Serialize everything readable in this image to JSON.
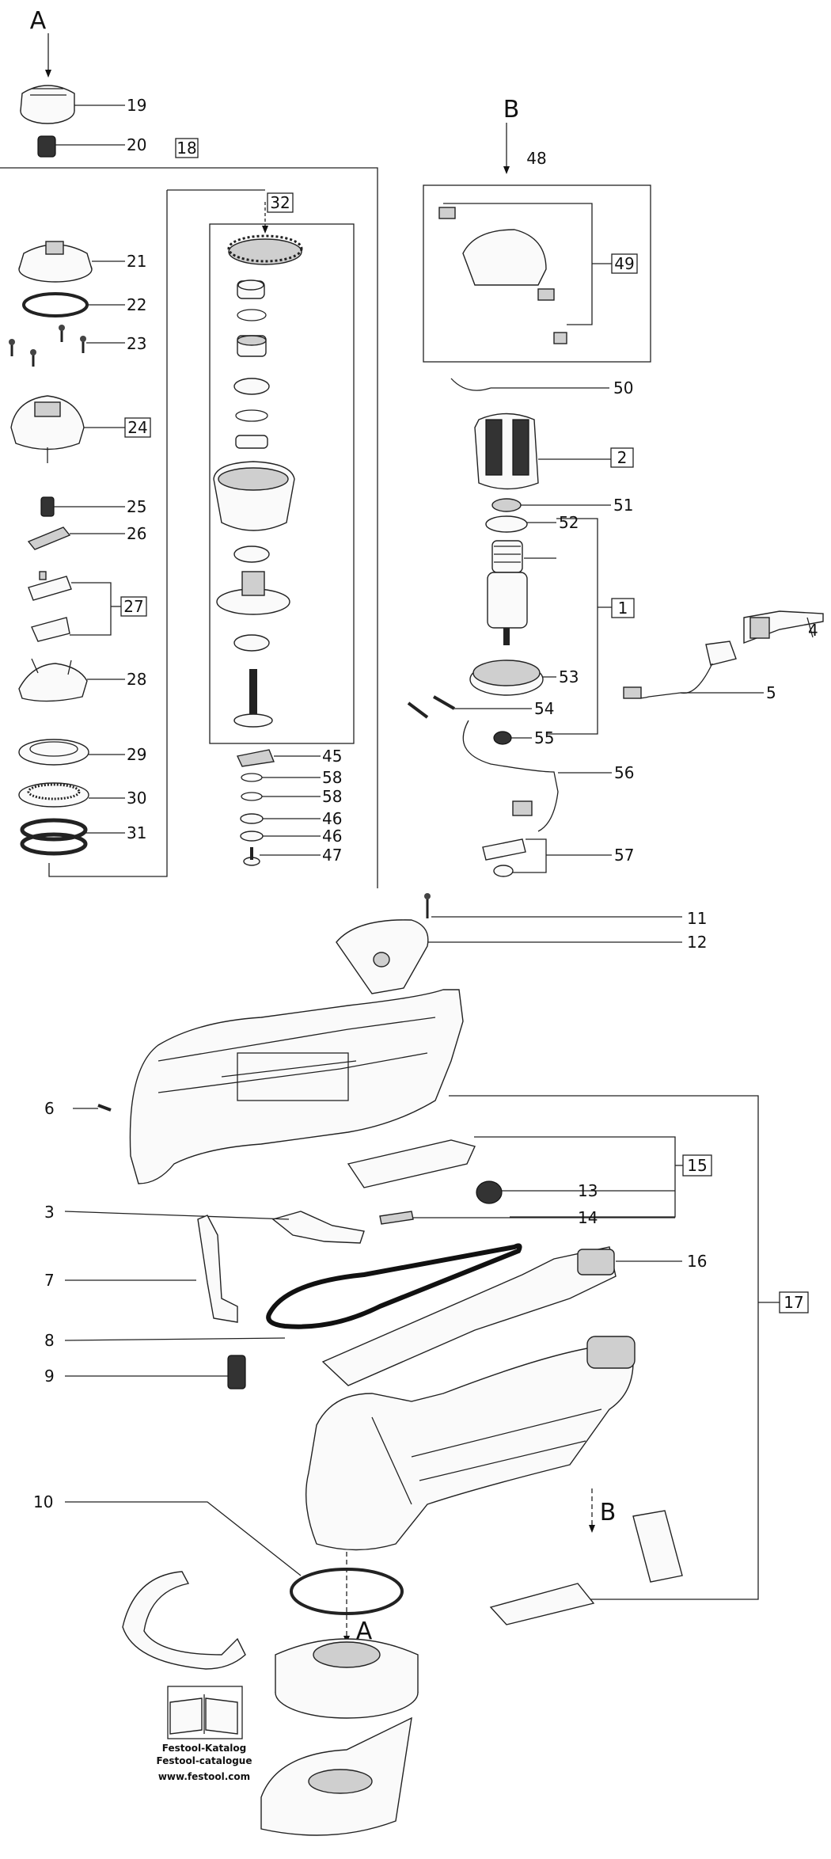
{
  "view_markers": {
    "a": "A",
    "b": "B"
  },
  "group_labels": {
    "g18": "18",
    "g32": "32",
    "g48": "48",
    "g49": "49",
    "g24": "24",
    "g27": "27",
    "g2": "2",
    "g1": "1",
    "g15": "15",
    "g17": "17"
  },
  "part_labels": {
    "p19": "19",
    "p20": "20",
    "p21": "21",
    "p22": "22",
    "p23": "23",
    "p25": "25",
    "p26": "26",
    "p28": "28",
    "p29": "29",
    "p30": "30",
    "p31": "31",
    "p45": "45",
    "p58a": "58",
    "p58b": "58",
    "p46a": "46",
    "p46b": "46",
    "p47": "47",
    "p50": "50",
    "p51": "51",
    "p52": "52",
    "p53": "53",
    "p54": "54",
    "p55": "55",
    "p56": "56",
    "p57": "57",
    "p4": "4",
    "p5": "5",
    "p11": "11",
    "p12": "12",
    "p6": "6",
    "p13": "13",
    "p14": "14",
    "p3": "3",
    "p16": "16",
    "p7": "7",
    "p8": "8",
    "p9": "9",
    "p10": "10"
  },
  "catalog": {
    "line1": "Festool-Katalog",
    "line2": "Festool-catalogue",
    "line3": "www.festool.com"
  }
}
